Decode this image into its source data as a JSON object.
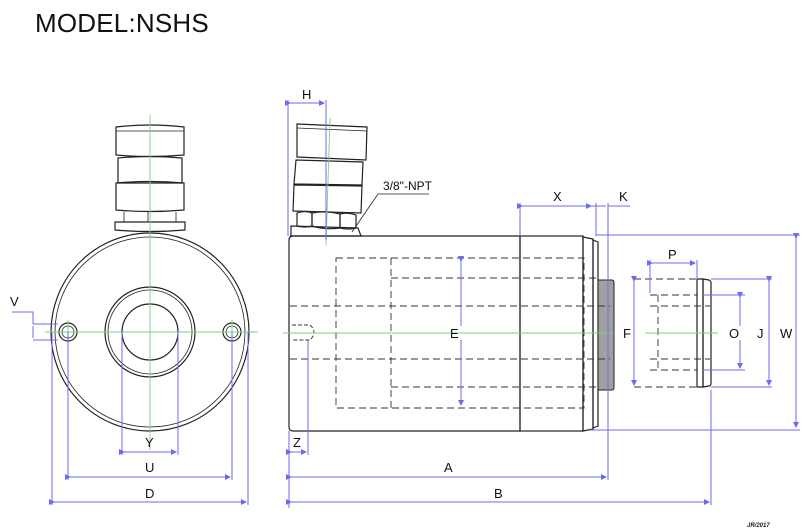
{
  "title": "MODEL:NSHS",
  "footer_mark": "JR/2017",
  "colors": {
    "outline": "#222222",
    "dimension": "#6b6bf0",
    "centerline": "#7fcf7f",
    "rod_fill": "#a0a0a0"
  },
  "views": {
    "end_view": {
      "dimensions": {
        "V": "V",
        "Y": "Y",
        "U": "U",
        "D": "D"
      }
    },
    "side_view": {
      "port_note": "3/8\"-NPT",
      "dimensions": {
        "H": "H",
        "X": "X",
        "K": "K",
        "E": "E",
        "F": "F",
        "Z": "Z",
        "A": "A",
        "B": "B",
        "W": "W"
      }
    },
    "rod_detail": {
      "dimensions": {
        "P": "P",
        "O": "O",
        "J": "J"
      }
    }
  }
}
